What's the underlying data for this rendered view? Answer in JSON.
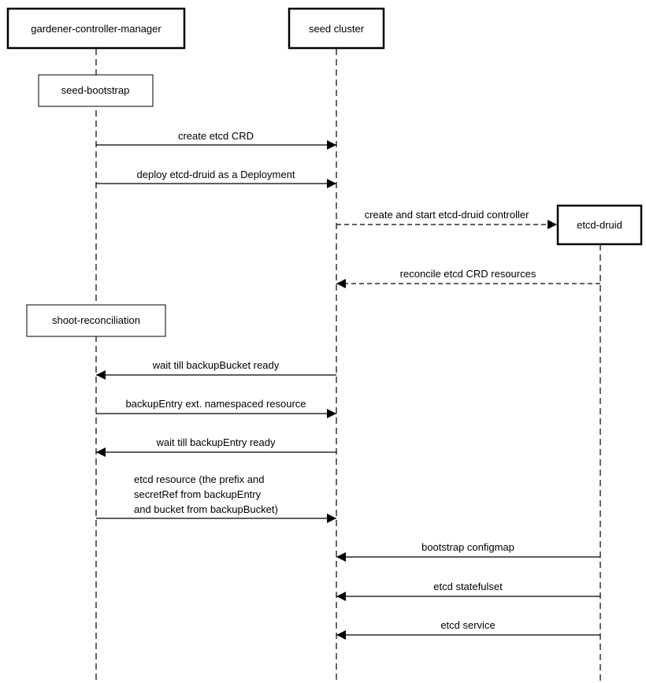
{
  "participants": [
    {
      "id": "gcm",
      "label": "gardener-controller-manager"
    },
    {
      "id": "seed",
      "label": "seed cluster"
    },
    {
      "id": "druid",
      "label": "etcd-druid"
    }
  ],
  "notes": [
    {
      "label": "seed-bootstrap"
    },
    {
      "label": "shoot-reconciliation"
    }
  ],
  "messages": [
    {
      "from": "gcm",
      "to": "seed",
      "style": "solid",
      "lines": [
        "create etcd CRD"
      ]
    },
    {
      "from": "gcm",
      "to": "seed",
      "style": "solid",
      "lines": [
        "deploy etcd-druid as a Deployment"
      ]
    },
    {
      "from": "seed",
      "to": "druid",
      "style": "dashed",
      "lines": [
        "create and start etcd-druid controller"
      ]
    },
    {
      "from": "druid",
      "to": "seed",
      "style": "dashed",
      "lines": [
        "reconcile etcd CRD resources"
      ]
    },
    {
      "from": "seed",
      "to": "gcm",
      "style": "solid",
      "lines": [
        "wait till backupBucket ready"
      ]
    },
    {
      "from": "gcm",
      "to": "seed",
      "style": "solid",
      "lines": [
        "backupEntry ext. namespaced resource"
      ]
    },
    {
      "from": "seed",
      "to": "gcm",
      "style": "solid",
      "lines": [
        "wait till backupEntry ready"
      ]
    },
    {
      "from": "gcm",
      "to": "seed",
      "style": "solid",
      "lines": [
        "etcd resource (the prefix and",
        "secretRef from backupEntry",
        "and bucket from backupBucket)"
      ]
    },
    {
      "from": "druid",
      "to": "seed",
      "style": "solid",
      "lines": [
        "bootstrap configmap"
      ]
    },
    {
      "from": "druid",
      "to": "seed",
      "style": "solid",
      "lines": [
        "etcd statefulset"
      ]
    },
    {
      "from": "druid",
      "to": "seed",
      "style": "solid",
      "lines": [
        "etcd service"
      ]
    }
  ]
}
